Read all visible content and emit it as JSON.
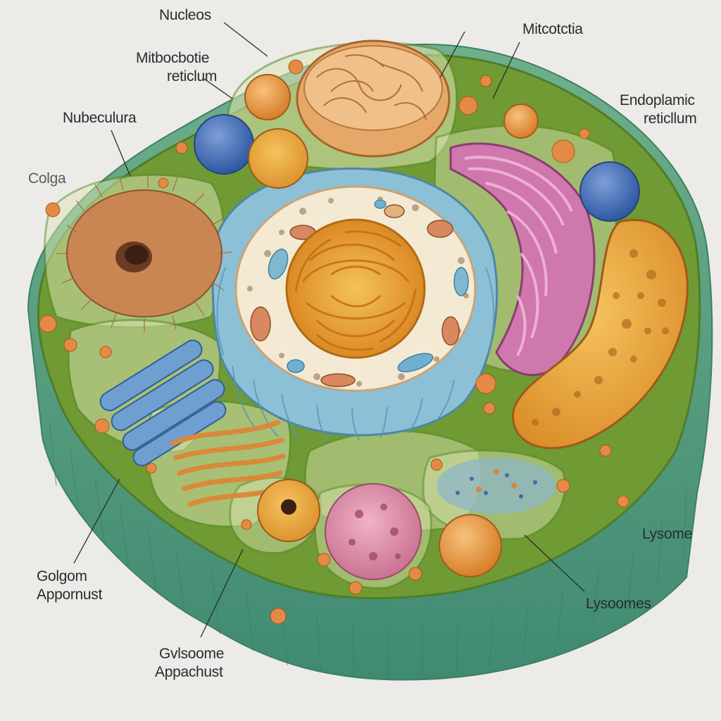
{
  "labels": {
    "nucleus_top": "Nucleos",
    "mitochondria_top": "Mitcotctia",
    "mitochondria_left_l1": "Mitbocbotie",
    "mitochondria_left_l2": "reticlum",
    "nucleolus_left": "Nubeculura",
    "golgi_left": "Colga",
    "er_right_l1": "Endoplamic",
    "er_right_l2": "reticllum",
    "lysosome_right": "Lysome",
    "lysosomes_bottom_right": "Lysoomes",
    "golgi_bottom_left_l1": "Golgom",
    "golgi_bottom_left_l2": "Appornust",
    "glysosome_bottom_l1": "Gvlsoome",
    "glysosome_bottom_l2": "Appachust"
  },
  "colors": {
    "background": "#ecebe8",
    "membrane_outer": "#5b9a78",
    "cytoplasm": "#6f9a34",
    "compartment_fill": "#dfe7b5",
    "nucleus_envelope": "#7fb3cf",
    "nucleus_core": "#e79b2f",
    "golgi_blue": "#6f9fd1",
    "er_pink": "#cf78ad",
    "mito_orange": "#e8a63e",
    "fibrous_orange": "#c98653",
    "lysosome_pink": "#d98aa5",
    "leader_line": "#2b2b2b"
  }
}
